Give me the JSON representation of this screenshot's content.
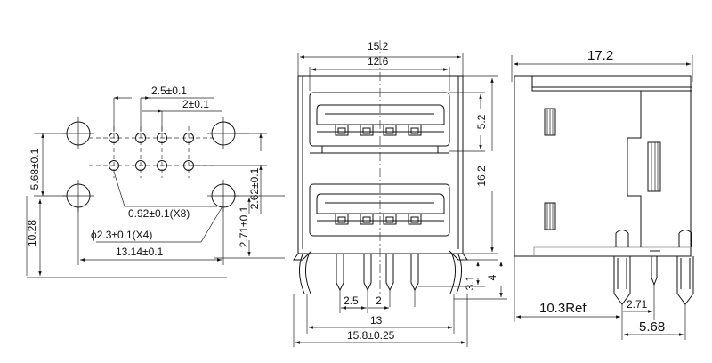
{
  "footprint": {
    "dims": {
      "pitch_2_5": "2.5±0.1",
      "pitch_2": "2±0.1",
      "v_5_68": "5.68±0.1",
      "v_10_28": "10.28",
      "v_2_62": "2.62±0.1",
      "v_2_71": "2.71±0.1",
      "hole_small": "0.92±0.1(X8)",
      "hole_large": "ϕ2.3±0.1(X4)",
      "h_13_14": "13.14±0.1"
    }
  },
  "front": {
    "dims": {
      "w_15_2": "15.2",
      "w_12_6": "12.6",
      "h_5_2": "5.2",
      "h_16_2": "16.2",
      "h_3_1": "3.1",
      "h_4": "4",
      "p_2_5": "2.5",
      "p_2": "2",
      "w_13": "13",
      "w_15_8": "15.8±0.25"
    }
  },
  "side": {
    "dims": {
      "w_17_2": "17.2",
      "ref_10_3": "10.3Ref",
      "d_2_71": "2.71",
      "d_5_68": "5.68"
    }
  }
}
